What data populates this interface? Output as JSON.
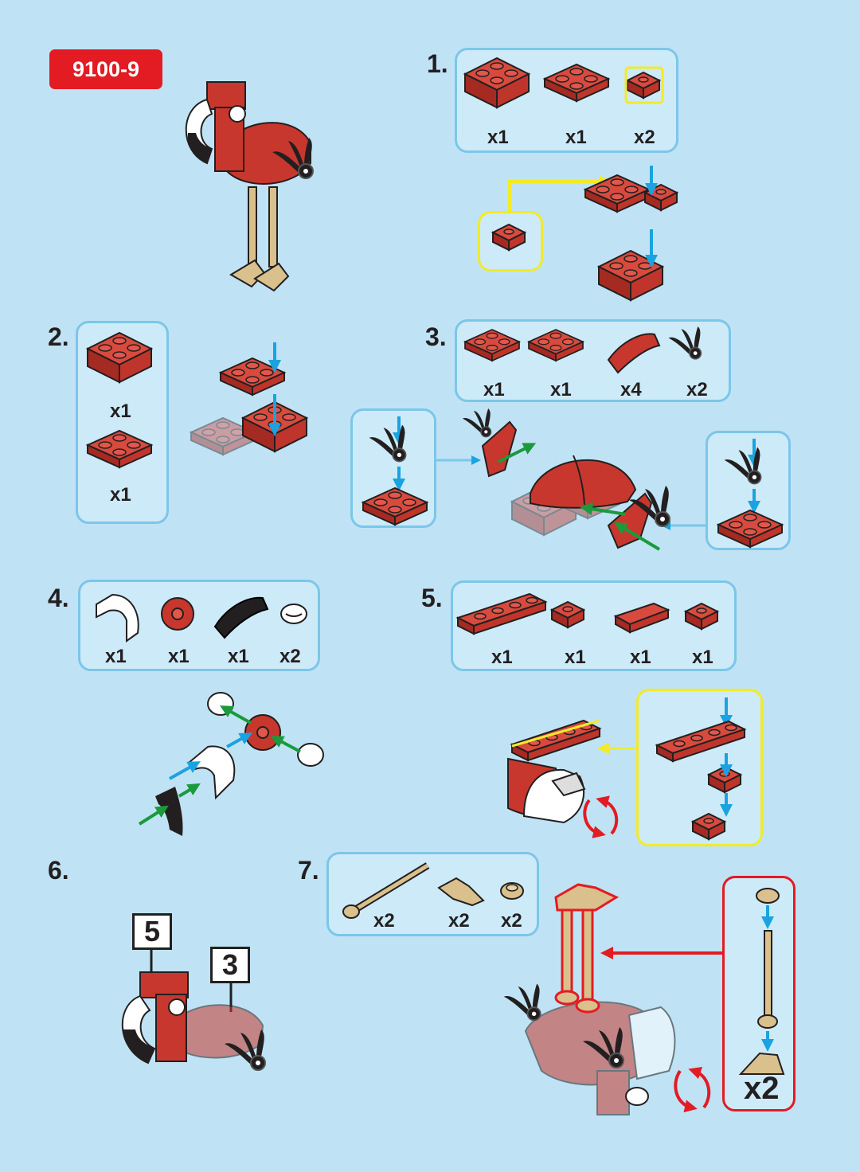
{
  "set_code": "9100-9",
  "steps": [
    {
      "number": "1.",
      "parts": [
        "x1",
        "x1",
        "x2"
      ]
    },
    {
      "number": "2.",
      "parts": [
        "x1",
        "x1"
      ]
    },
    {
      "number": "3.",
      "parts": [
        "x1",
        "x1",
        "x4",
        "x2"
      ]
    },
    {
      "number": "4.",
      "parts": [
        "x1",
        "x1",
        "x1",
        "x2"
      ]
    },
    {
      "number": "5.",
      "parts": [
        "x1",
        "x1",
        "x1",
        "x1"
      ]
    },
    {
      "number": "6.",
      "callouts": [
        "5",
        "3"
      ]
    },
    {
      "number": "7.",
      "parts": [
        "x2",
        "x2",
        "x2"
      ],
      "subassembly_qty": "x2"
    }
  ],
  "colors": {
    "background": "#bfe3f5",
    "brick_red": "#c8372d",
    "tan": "#d9c08c",
    "badge_red": "#e31b23",
    "arrow_blue": "#1aa3e0",
    "arrow_green": "#1a9a3c",
    "highlight_yellow": "#f2ea2a"
  }
}
